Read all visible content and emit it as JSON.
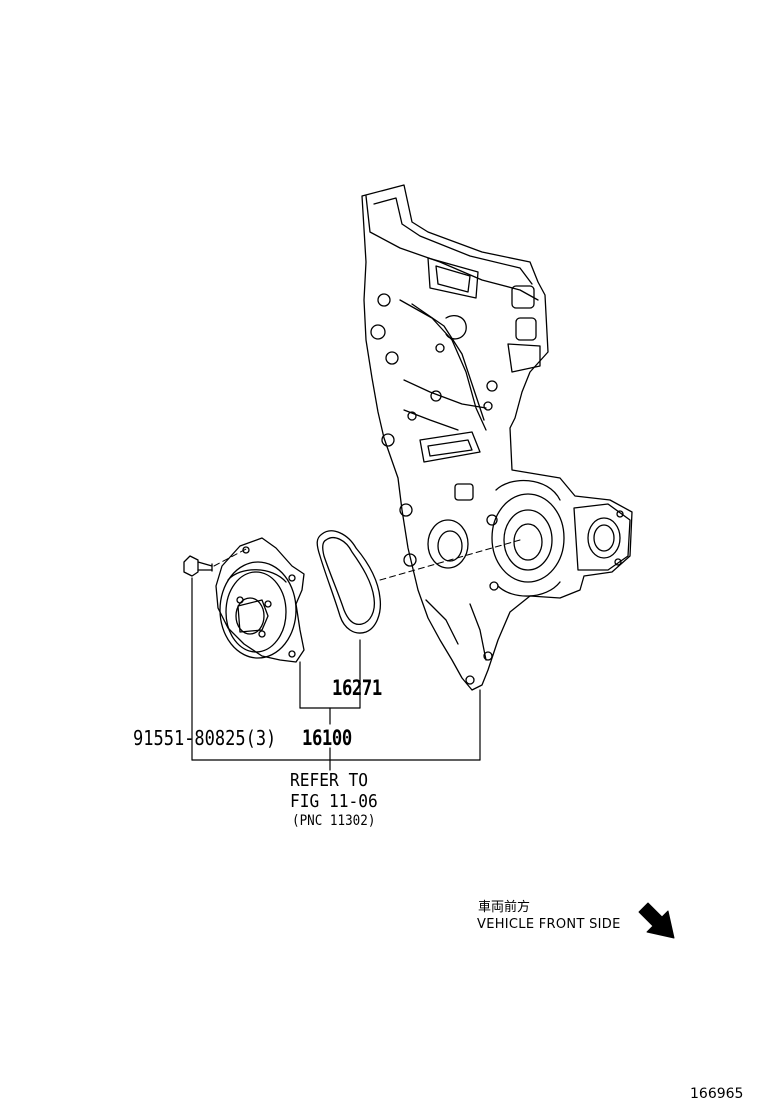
{
  "callouts": {
    "part_16271": "16271",
    "part_16100": "16100",
    "part_bolt": "91551-80825(3)"
  },
  "reference": {
    "line1": "REFER TO",
    "line2": "FIG 11-06",
    "line3": "(PNC 11302)"
  },
  "orientation": {
    "japanese": "車両前方",
    "english": "VEHICLE FRONT SIDE",
    "arrow_icon": "arrow-down-right-icon"
  },
  "illustration_id": "166965",
  "colors": {
    "line": "#000000",
    "background": "#ffffff"
  }
}
